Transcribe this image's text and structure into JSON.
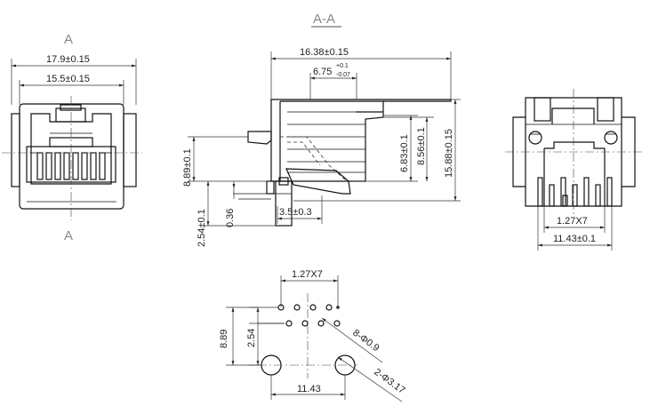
{
  "section_title": "A-A",
  "section_markers": [
    "A",
    "A"
  ],
  "front_view": {
    "width_outer": "17.9±0.15",
    "width_inner": "15.5±0.15"
  },
  "side_view": {
    "length_total": "16.38±0.15",
    "slot_width_main": "6.75",
    "slot_width_tol_upper": "+0.1",
    "slot_width_tol_lower": "-0.07",
    "height_883": "8.89±0.1",
    "height_683": "6.83±0.1",
    "height_856": "8.56±0.1",
    "height_1588": "15.88±0.15",
    "pin_offset": "3.5±0.3",
    "standoff": "0.36",
    "pin_depth": "2.54±0.1"
  },
  "rear_view": {
    "pin_pitch": "1.27X7",
    "peg_span": "11.43±0.1"
  },
  "pcb_layout": {
    "pin_pitch": "1.27X7",
    "row_height": "2.54",
    "total_height": "8.89",
    "peg_span": "11.43",
    "pin_holes": "8-Φ0.9",
    "peg_holes": "2-Φ3.17"
  }
}
